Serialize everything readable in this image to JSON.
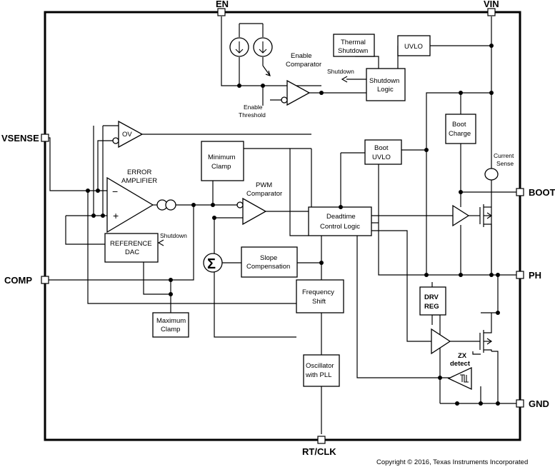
{
  "pins": {
    "en": "EN",
    "vin": "VIN",
    "vsense": "VSENSE",
    "comp": "COMP",
    "boot": "BOOT",
    "ph": "PH",
    "gnd": "GND",
    "rtclk": "RT/CLK"
  },
  "blocks": {
    "thermal_shutdown": [
      "Thermal",
      "Shutdown"
    ],
    "uvlo": "UVLO",
    "shutdown_logic": [
      "Shutdown",
      "Logic"
    ],
    "enable_comparator": [
      "Enable",
      "Comparator"
    ],
    "enable_threshold": [
      "Enable",
      "Threshold"
    ],
    "boot_charge": [
      "Boot",
      "Charge"
    ],
    "current_sense": [
      "Current",
      "Sense"
    ],
    "boot_uvlo": [
      "Boot",
      "UVLO"
    ],
    "minimum_clamp": [
      "Minimum",
      "Clamp"
    ],
    "error_amplifier": [
      "ERROR",
      "AMPLIFIER"
    ],
    "ov": "OV",
    "pwm_comparator": [
      "PWM",
      "Comparator"
    ],
    "deadtime_control": [
      "Deadtime",
      "Control Logic"
    ],
    "reference_dac": [
      "REFERENCE",
      "DAC"
    ],
    "slope_compensation": [
      "Slope",
      "Compensation"
    ],
    "sum_symbol": "Σ",
    "frequency_shift": [
      "Frequency",
      "Shift"
    ],
    "maximum_clamp": [
      "Maximum",
      "Clamp"
    ],
    "drv_reg": [
      "DRV",
      "REG"
    ],
    "zx_detect": [
      "ZX",
      "detect"
    ],
    "oscillator_pll": [
      "Oscillator",
      "with PLL"
    ]
  },
  "signals": {
    "shutdown_top": "Shutdown",
    "shutdown_dac": "Shutdown",
    "minus": "−",
    "plus": "+"
  },
  "copyright": "Copyright © 2016, Texas Instruments Incorporated"
}
